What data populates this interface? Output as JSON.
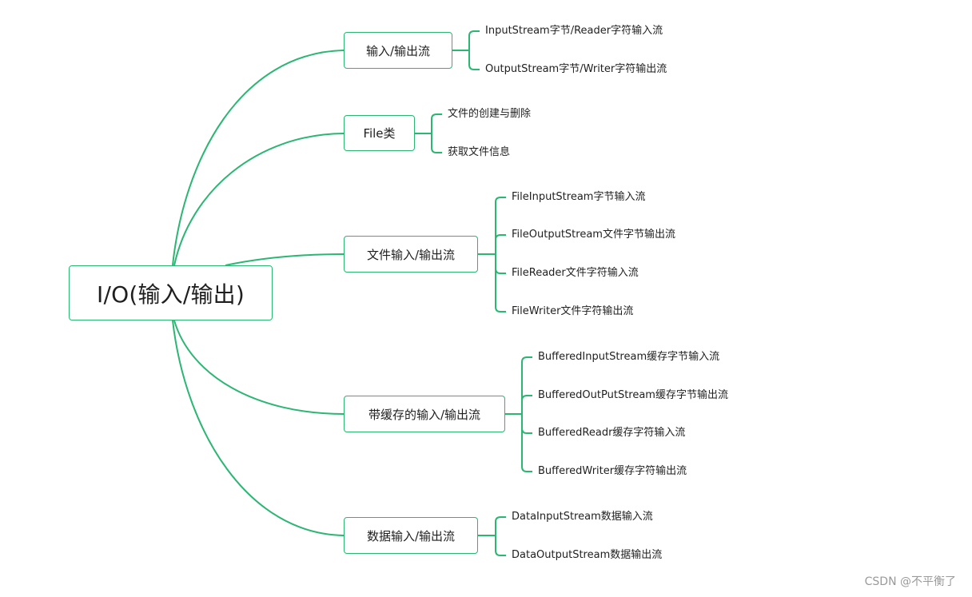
{
  "root": {
    "label": "I/O(输入/输出)"
  },
  "branches": [
    {
      "label": "输入/输出流",
      "leaves": [
        "InputStream字节/Reader字符输入流",
        "OutputStream字节/Writer字符输出流"
      ]
    },
    {
      "label": "File类",
      "leaves": [
        "文件的创建与删除",
        "获取文件信息"
      ]
    },
    {
      "label": "文件输入/输出流",
      "leaves": [
        "FileInputStream字节输入流",
        "FileOutputStream文件字节输出流",
        "FileReader文件字符输入流",
        "FileWriter文件字符输出流"
      ]
    },
    {
      "label": "带缓存的输入/输出流",
      "leaves": [
        "BufferedInputStream缓存字节输入流",
        "BufferedOutPutStream缓存字节输出流",
        "BufferedReadr缓存字符输入流",
        "BufferedWriter缓存字符输出流"
      ]
    },
    {
      "label": "数据输入/输出流",
      "leaves": [
        "DataInputStream数据输入流",
        "DataOutputStream数据输出流"
      ]
    }
  ],
  "watermark": "CSDN @不平衡了",
  "colors": {
    "connector": "#2bb673",
    "border": "#2bb673",
    "text": "#1f1f1f",
    "watermark": "#9a9a9a"
  }
}
